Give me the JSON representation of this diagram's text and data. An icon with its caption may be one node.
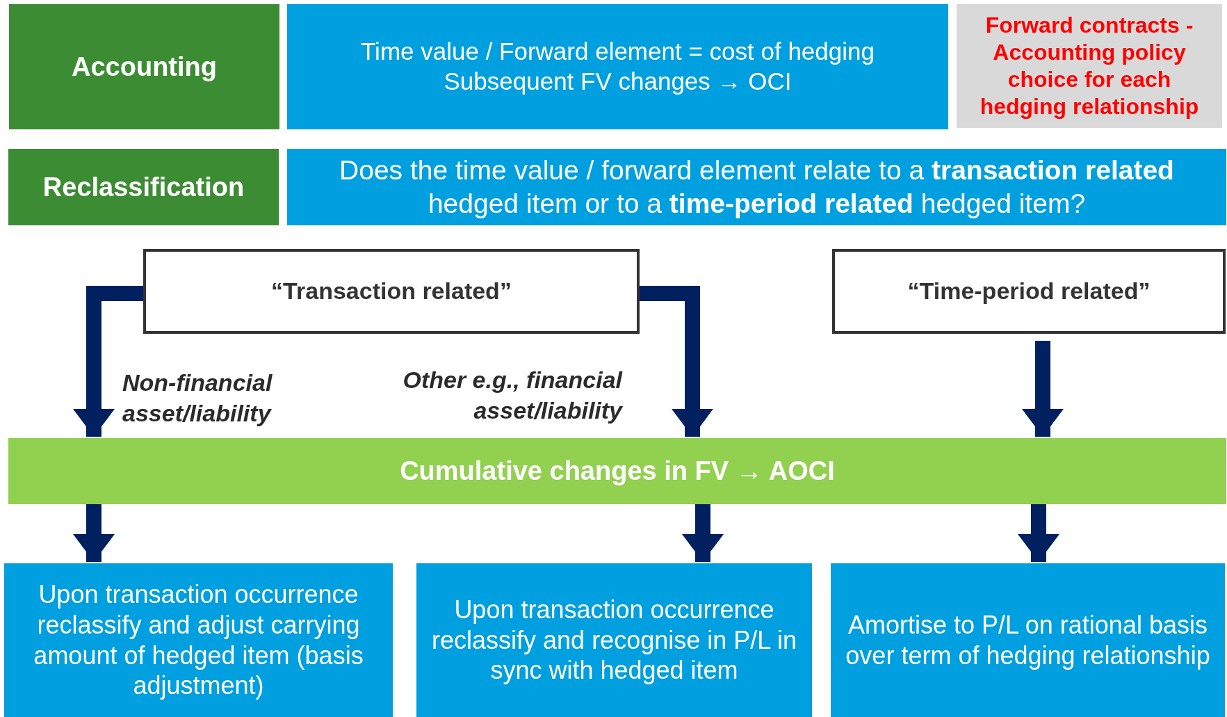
{
  "diagram": {
    "nodes": [
      {
        "text": [
          "Accounting"
        ]
      },
      {
        "text": [
          "Time value / Forward element = cost of hedging Subsequent FV changes → OCI"
        ]
      },
      {
        "text": [
          "Forward contracts - Accounting policy choice for each hedging relationship"
        ]
      },
      {
        "text": [
          "Reclassification"
        ]
      },
      {
        "text": [
          "Does the time value / forward element relate to a **transaction related** hedged item or to a **time-period related** hedged item?"
        ]
      },
      {
        "text": [
          "“Transaction related”"
        ]
      },
      {
        "text": [
          "“Time-period related”"
        ]
      },
      {
        "text": [
          "Cumulative changes in FV → AOCI"
        ]
      },
      {
        "text": [
          "Upon transaction occurrence reclassify and adjust carrying amount of hedged item (basis adjustment)"
        ]
      },
      {
        "text": [
          "Upon transaction occurrence reclassify and recognise in P/L in sync with hedged item"
        ]
      },
      {
        "text": [
          "Amortise to P/L on rational basis over term of hedging relationship"
        ]
      }
    ],
    "edges": [
      {
        "from": 5,
        "to": 7,
        "arrow": "to",
        "label": "Non-financial asset/liability"
      },
      {
        "from": 5,
        "to": 7,
        "arrow": "to",
        "label": "Other e.g., financial asset/liability"
      },
      {
        "from": 6,
        "to": 7,
        "arrow": "to"
      },
      {
        "from": 7,
        "to": 8,
        "arrow": "to"
      },
      {
        "from": 7,
        "to": 9,
        "arrow": "to"
      },
      {
        "from": 7,
        "to": 10,
        "arrow": "to"
      }
    ]
  }
}
